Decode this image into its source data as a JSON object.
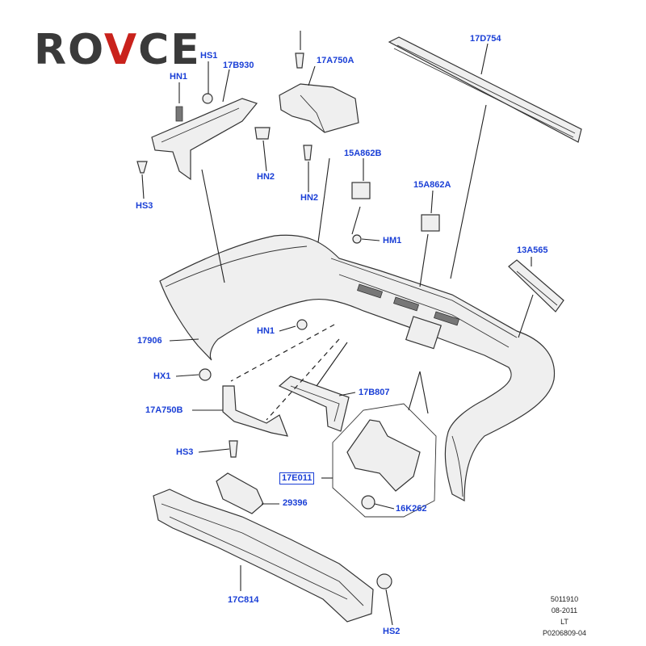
{
  "logo": {
    "prefix": "RO",
    "accent": "V",
    "suffix": "CE",
    "accent_color": "#c9221c"
  },
  "label_color": "#1a3fd6",
  "labels": {
    "hn1_top": "HN1",
    "hs1": "HS1",
    "p17b930": "17B930",
    "p17a750a": "17A750A",
    "p17d754": "17D754",
    "hn2_left": "HN2",
    "hn2_center": "HN2",
    "hs3_top": "HS3",
    "p15a862b": "15A862B",
    "p15a862a": "15A862A",
    "hm1": "HM1",
    "p13a565": "13A565",
    "p17906": "17906",
    "hn1_mid": "HN1",
    "hx1": "HX1",
    "p17b807": "17B807",
    "p17a750b": "17A750B",
    "hs3_bottom": "HS3",
    "p17e011": "17E011",
    "p29396": "29396",
    "p16k262": "16K262",
    "p17c814": "17C814",
    "hs2": "HS2"
  },
  "reference": {
    "line1": "5011910",
    "line2": "08-2011",
    "line3": "LT",
    "line4": "P0206809-04"
  }
}
